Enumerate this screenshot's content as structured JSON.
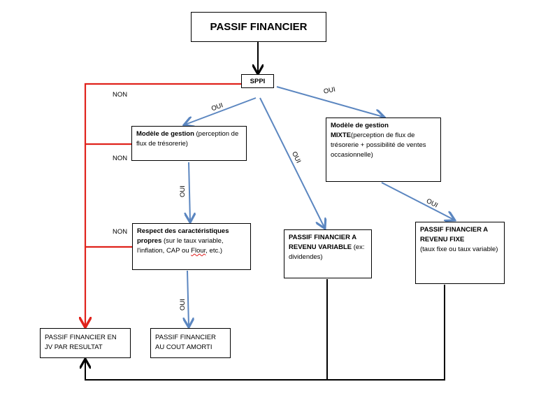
{
  "title": "PASSIF FINANCIER",
  "sppi": "SPPI",
  "modele_gestion": {
    "bold": "Modèle de gestion",
    "rest": " (perception de flux de trésorerie)"
  },
  "mixte": {
    "bold1": "Modèle de gestion",
    "bold2": "MIXTE",
    "rest": "(perception de flux de trésorerie + possibilité de ventes occasionnelle)"
  },
  "respect": {
    "bold": "Respect des caractéristiques propres",
    "rest1": " (sur le taux variable, l'inflation, CAP ou ",
    "flour": "Flour",
    "rest2": ", etc.)"
  },
  "variable": {
    "bold": "PASSIF FINANCIER A REVENU VARIABLE",
    "rest": " (ex: dividendes)"
  },
  "fixe": {
    "bold": "PASSIF FINANCIER A REVENU FIXE",
    "rest": "(taux fixe ou taux variable)"
  },
  "jv": "PASSIF FINANCIER EN JV PAR RESULTAT",
  "cout": "PASSIF FINANCIER AU COUT AMORTI",
  "labels": {
    "non1": "NON",
    "non2": "NON",
    "non3": "NON",
    "oui_mixte": "OUI",
    "oui_modele": "OUI",
    "oui_variable": "OUI",
    "oui_respect": "OUI",
    "oui_cout": "OUI",
    "oui_fixe": "OUI"
  },
  "colors": {
    "red": "#e0231c",
    "blue": "#5b86c0",
    "black": "#000000"
  }
}
